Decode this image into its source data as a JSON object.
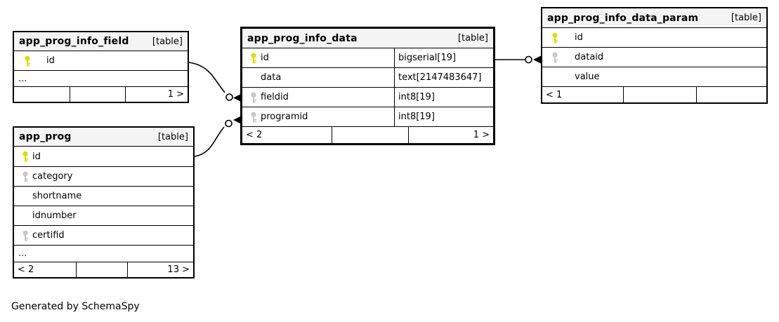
{
  "diagram": {
    "credit": "Generated by SchemaSpy",
    "badge_label": "[table]"
  },
  "colors": {
    "primary_key": "#dede00",
    "foreign_key": "#c8c8c8",
    "header_bg": "#f4f4f4",
    "border": "#000000",
    "background": "#ffffff"
  },
  "tables": [
    {
      "id": "app_prog_info_field",
      "name": "app_prog_info_field",
      "badge": "[table]",
      "columns": [
        {
          "name": "id",
          "key": "pk"
        },
        {
          "name": "...",
          "ellipsis": true
        }
      ],
      "footer": [
        "",
        "",
        "1 >"
      ]
    },
    {
      "id": "app_prog",
      "name": "app_prog",
      "badge": "[table]",
      "columns": [
        {
          "name": "id",
          "key": "pk"
        },
        {
          "name": "category",
          "key": "fk"
        },
        {
          "name": "shortname"
        },
        {
          "name": "idnumber"
        },
        {
          "name": "certifid",
          "key": "fk"
        },
        {
          "name": "...",
          "ellipsis": true
        }
      ],
      "footer": [
        "< 2",
        "",
        "13 >"
      ]
    },
    {
      "id": "app_prog_info_data",
      "name": "app_prog_info_data",
      "badge": "[table]",
      "columns": [
        {
          "name": "id",
          "key": "pk",
          "type": "bigserial[19]"
        },
        {
          "name": "data",
          "type": "text[2147483647]"
        },
        {
          "name": "fieldid",
          "key": "fk",
          "type": "int8[19]"
        },
        {
          "name": "programid",
          "key": "fk",
          "type": "int8[19]"
        }
      ],
      "footer": [
        "< 2",
        "",
        "1 >"
      ]
    },
    {
      "id": "app_prog_info_data_param",
      "name": "app_prog_info_data_param",
      "badge": "[table]",
      "columns": [
        {
          "name": "id",
          "key": "pk"
        },
        {
          "name": "dataid",
          "key": "fk"
        },
        {
          "name": "value"
        }
      ],
      "footer": [
        "< 1",
        "",
        ""
      ]
    }
  ],
  "relationships": [
    {
      "from": "app_prog_info_field.id",
      "to": "app_prog_info_data.fieldid",
      "marker": "open-dot-arrow"
    },
    {
      "from": "app_prog.id",
      "to": "app_prog_info_data.programid",
      "marker": "open-dot-arrow"
    },
    {
      "from": "app_prog_info_data.id",
      "to": "app_prog_info_data_param.dataid",
      "marker": "open-dot-arrow"
    }
  ]
}
